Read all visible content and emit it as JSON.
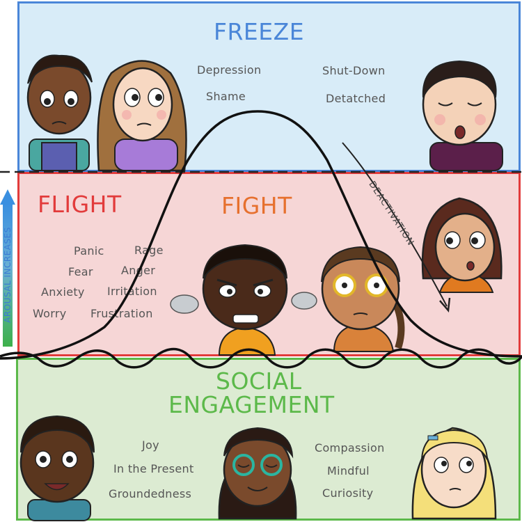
{
  "colors": {
    "freeze": "#4a86d8",
    "flight": "#e23b3b",
    "fight": "#e6702e",
    "social": "#5cb94a",
    "curve": "#111111"
  },
  "freeze": {
    "title": "FREEZE",
    "words": [
      "Depression",
      "Shame",
      "Shut-Down",
      "Detatched"
    ]
  },
  "flight": {
    "title": "FLIGHT",
    "words": [
      "Panic",
      "Fear",
      "Anxiety",
      "Worry"
    ]
  },
  "fight": {
    "title": "FIGHT",
    "words": [
      "Rage",
      "Anger",
      "Irritation",
      "Frustration"
    ]
  },
  "social": {
    "title_line1": "SOCIAL",
    "title_line2": "ENGAGEMENT",
    "words": [
      "Joy",
      "In the Present",
      "Groundedness",
      "Compassion",
      "Mindful",
      "Curiosity"
    ]
  },
  "arousal_label": "AROUSAL INCREASES",
  "deactivation_label": "DEACTIVATION"
}
